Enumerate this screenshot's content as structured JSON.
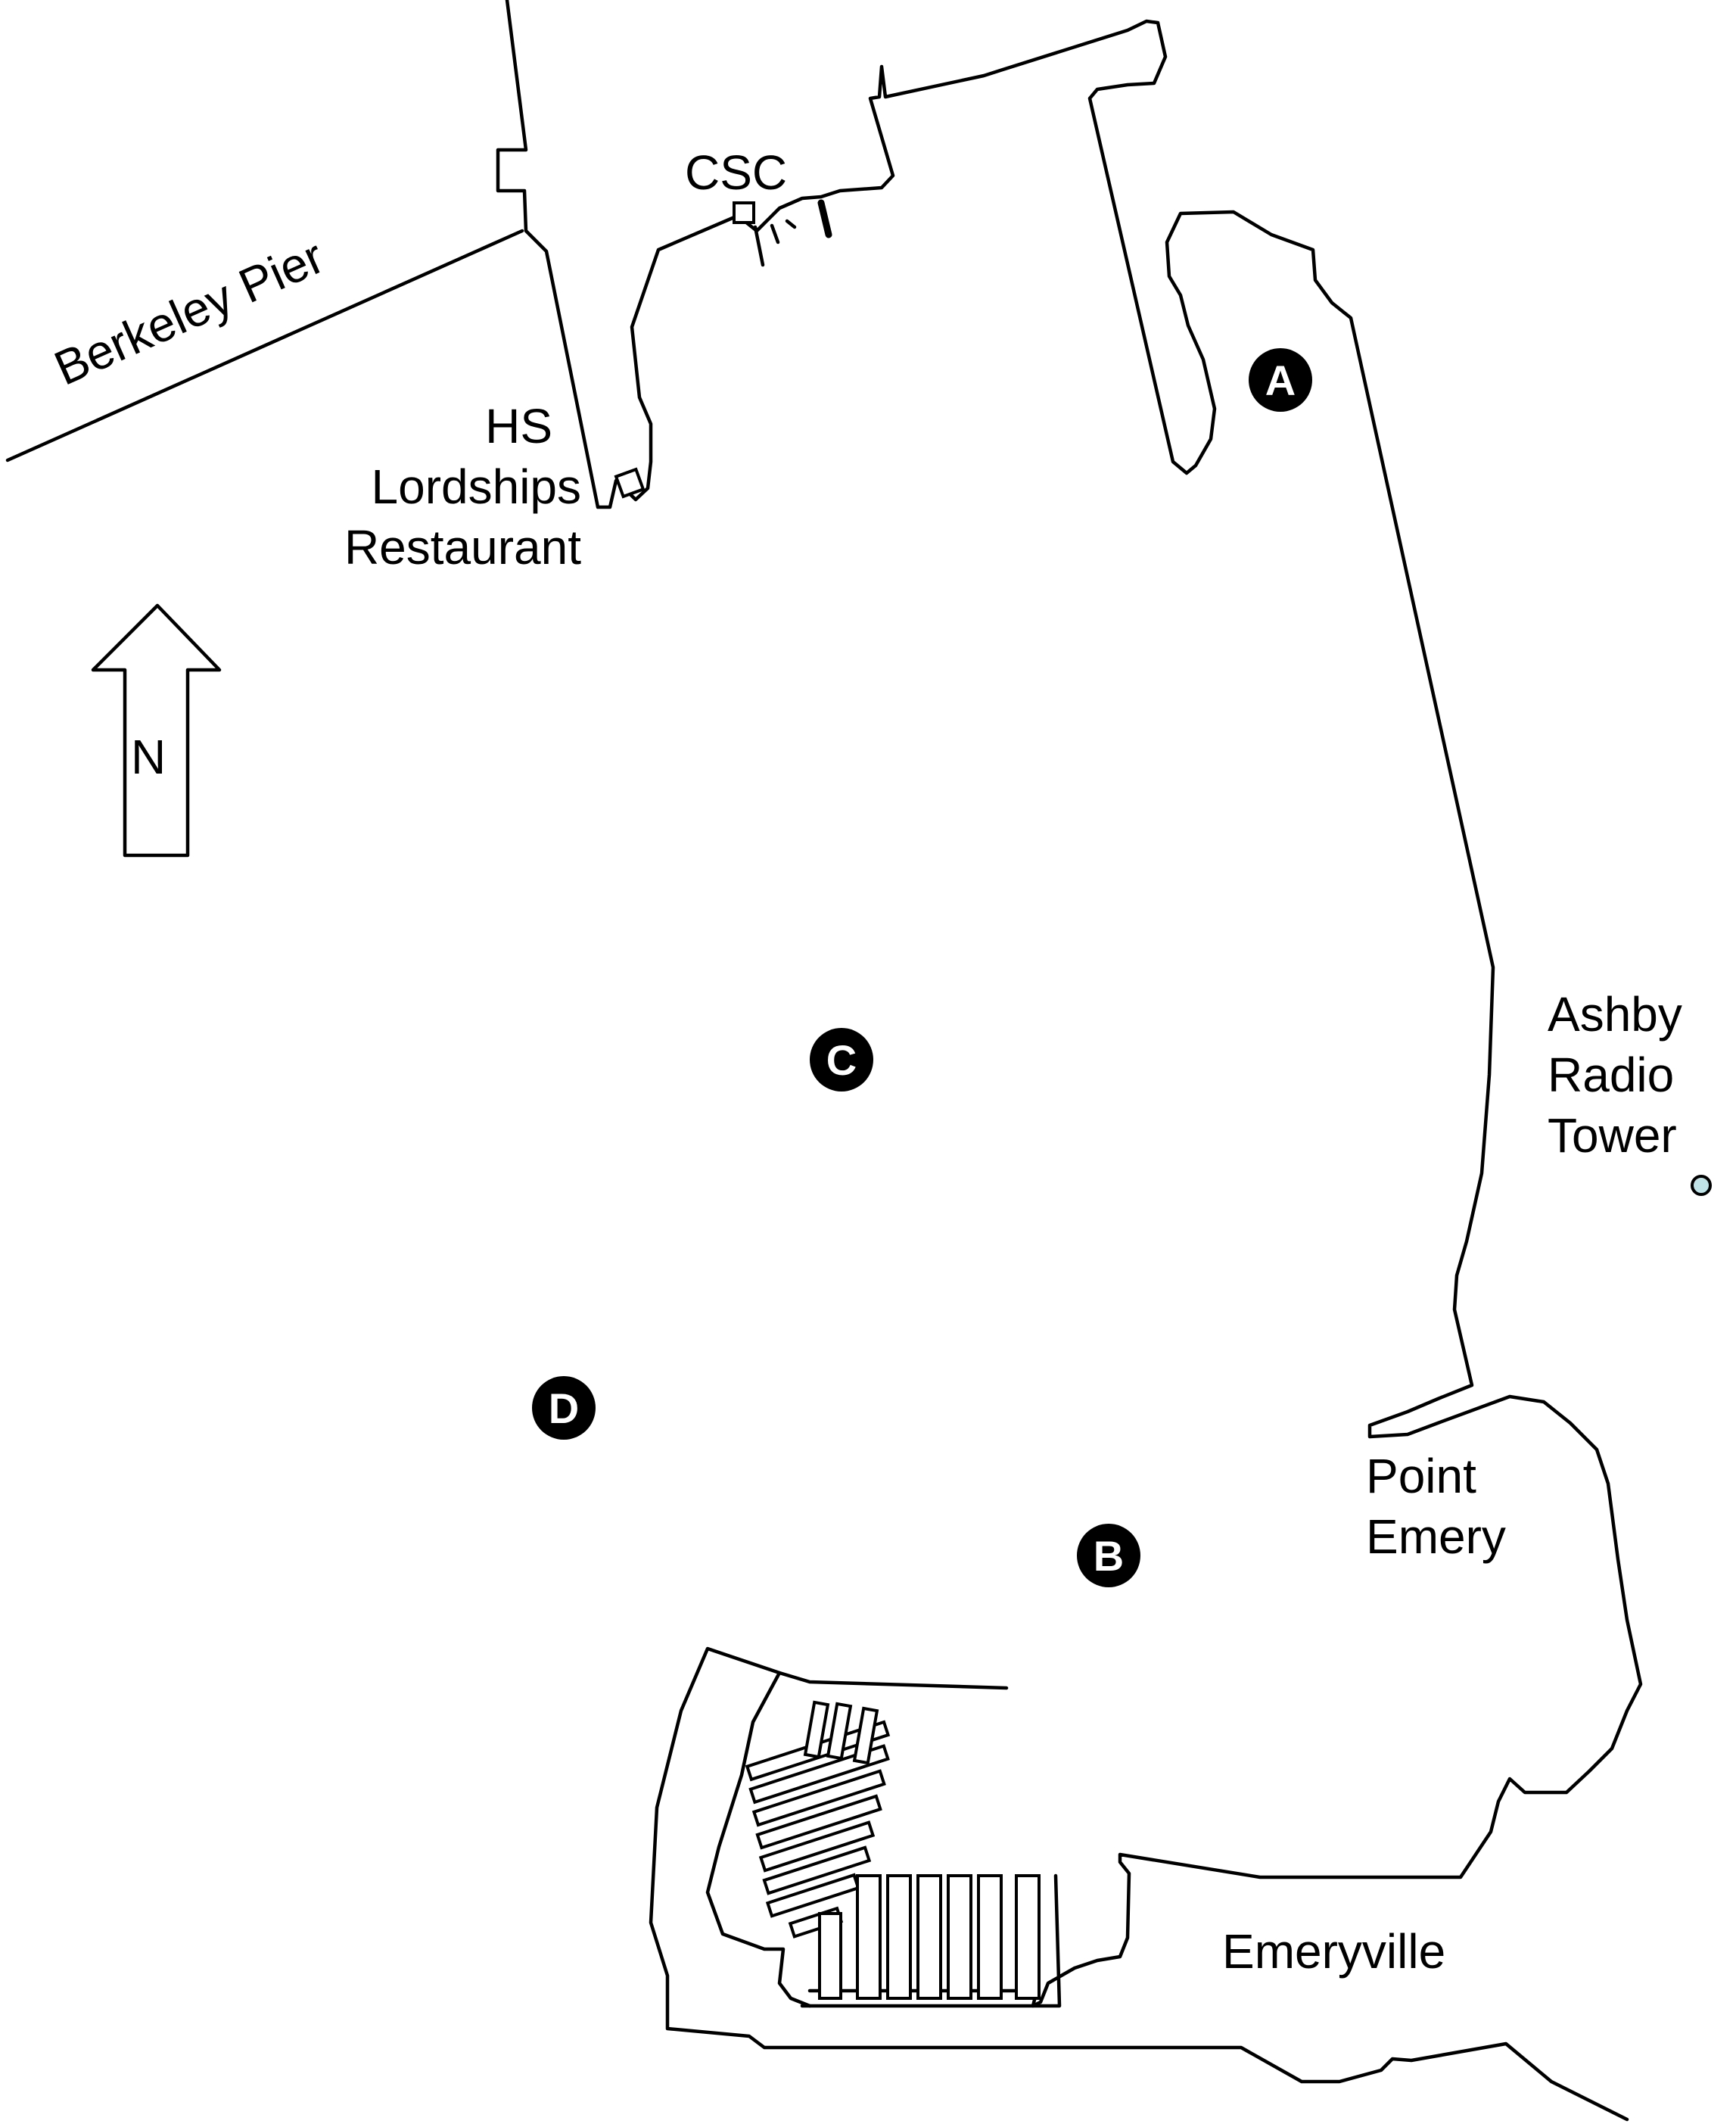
{
  "labels": {
    "berkeley_pier": "Berkeley Pier",
    "csc": "CSC",
    "hs": "HS",
    "lordships": "Lordships",
    "restaurant": "Restaurant",
    "ashby": "Ashby",
    "radio": "Radio",
    "tower": "Tower",
    "point": "Point",
    "emery": "Emery",
    "emeryville": "Emeryville",
    "north": "N"
  },
  "markers": {
    "a": "A",
    "b": "B",
    "c": "C",
    "d": "D"
  },
  "colors": {
    "line": "#000000",
    "radio_tower_dot": "#bfe3e6"
  }
}
